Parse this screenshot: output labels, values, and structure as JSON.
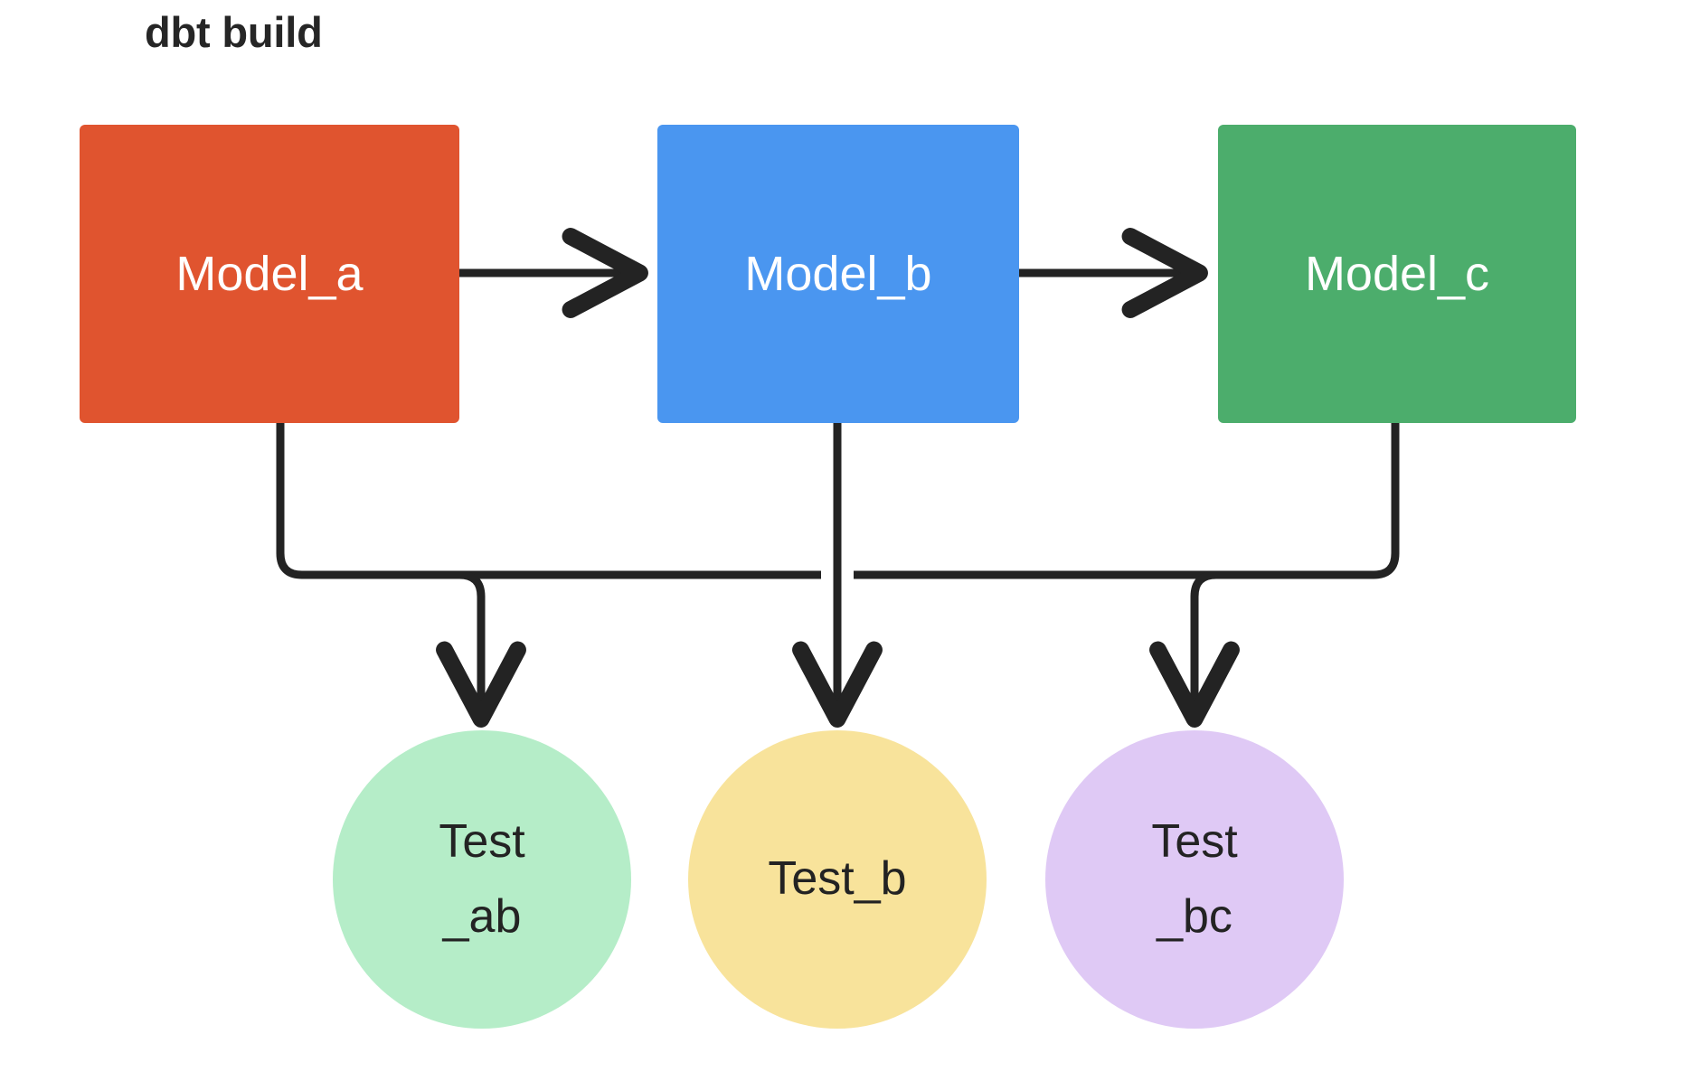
{
  "title": "dbt build",
  "colors": {
    "model_a_fill": "#E0542F",
    "model_b_fill": "#4A96F0",
    "model_c_fill": "#4CAD6C",
    "test_ab_fill": "#B5EDC8",
    "test_b_fill": "#F8E39B",
    "test_bc_fill": "#DFC9F5",
    "model_text": "#FFFFFF",
    "test_text": "#232323",
    "edge": "#232323",
    "title_text": "#262626",
    "background": "#FFFFFF"
  },
  "models": [
    {
      "id": "model_a",
      "label": "Model_a"
    },
    {
      "id": "model_b",
      "label": "Model_b"
    },
    {
      "id": "model_c",
      "label": "Model_c"
    }
  ],
  "tests": [
    {
      "id": "test_ab",
      "label": "Test\n_ab"
    },
    {
      "id": "test_b",
      "label": "Test_b"
    },
    {
      "id": "test_bc",
      "label": "Test\n_bc"
    }
  ],
  "edges": [
    {
      "from": "model_a",
      "to": "model_b",
      "style": "arrow-right"
    },
    {
      "from": "model_b",
      "to": "model_c",
      "style": "arrow-right"
    },
    {
      "from": "model_a",
      "to": "test_ab",
      "style": "elbow-down"
    },
    {
      "from": "model_b",
      "to": "test_ab",
      "style": "elbow-down"
    },
    {
      "from": "model_b",
      "to": "test_b",
      "style": "elbow-down"
    },
    {
      "from": "model_b",
      "to": "test_bc",
      "style": "elbow-down"
    },
    {
      "from": "model_c",
      "to": "test_bc",
      "style": "elbow-down"
    }
  ]
}
